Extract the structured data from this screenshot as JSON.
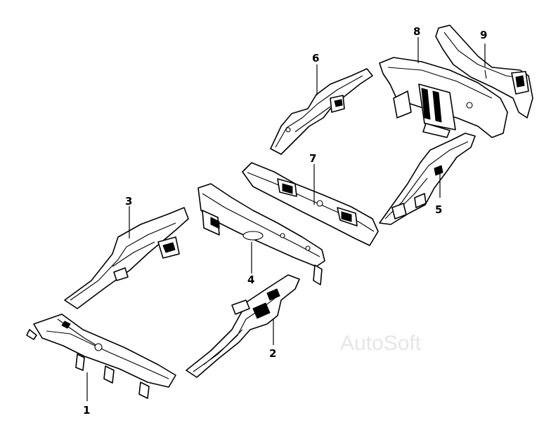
{
  "callouts": {
    "p1": "1",
    "p2": "2",
    "p3": "3",
    "p4": "4",
    "p5": "5",
    "p6": "6",
    "p7": "7",
    "p8": "8",
    "p9": "9"
  },
  "watermark": "AutoSoft",
  "colors": {
    "line": "#000000",
    "background": "#ffffff",
    "watermark": "#e6e6e6"
  }
}
